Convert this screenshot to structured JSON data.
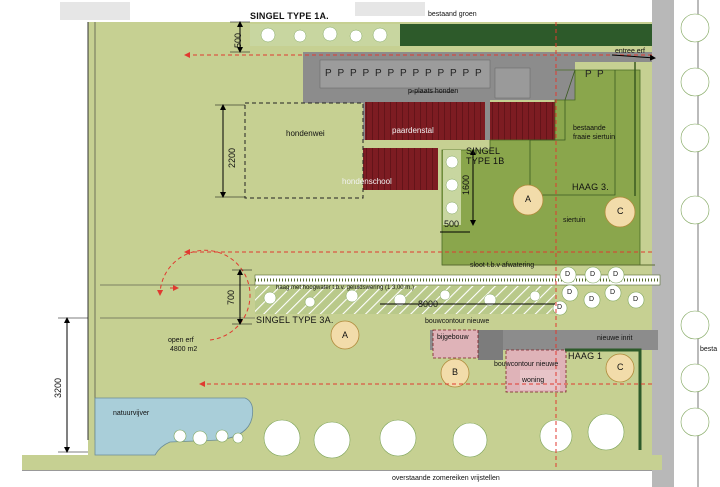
{
  "labels": {
    "singel_type_1a": "SINGEL TYPE 1A.",
    "bestaand_groen": "bestaand groen",
    "entree_erf": "entree erf",
    "p_plaats_honden": "p-plaats honden",
    "hondenwei": "hondenwei",
    "paardenstal": "paardenstal",
    "singel_type_1b_line1": "SINGEL",
    "singel_type_1b_line2": "TYPE 1B",
    "bestaande_siertuin_line1": "bestaande",
    "bestaande_siertuin_line2": "fraaie siertuin",
    "haag_3": "HAAG 3.",
    "hondenschool": "hondenschool",
    "siertuin": "siertuin",
    "sloot": "sloot t.b.v afwatering",
    "haag_strook": "haag met hoogwater t.b.v. geluidswering (1 3,00 m.)",
    "singel_type_3a": "SINGEL TYPE 3A.",
    "bouwcontour_nieuwe_1": "bouwcontour nieuwe",
    "nieuwe_inrit": "nieuwe inrit",
    "open_erf_line1": "open erf",
    "open_erf_line2": "4800 m2",
    "bijgebouw": "bijgebouw",
    "haag_1": "HAAG 1",
    "bouwcontour_nieuwe_2": "bouwcontour nieuwe",
    "woning": "woning",
    "natuurvijver": "natuurvijver",
    "overstaande": "overstaande zomereiken vrijstellen",
    "besta": "besta",
    "p_single": "P"
  },
  "dimensions": {
    "d500_top": "500",
    "d2200": "2200",
    "d1600": "1600",
    "d500": "500",
    "d700": "700",
    "d8000": "8000",
    "d3200": "3200"
  },
  "tree_letters": {
    "A": "A",
    "B": "B",
    "C": "C",
    "D": "D"
  },
  "colors": {
    "field": "#c6d092",
    "garden": "#8aa64c",
    "asphalt": "#8c8c8c",
    "barn": "#7a1e22",
    "house": "#dfb3b8",
    "water": "#a9ced9",
    "arrow": "#e03a30",
    "hedge": "#2d5a2a"
  }
}
